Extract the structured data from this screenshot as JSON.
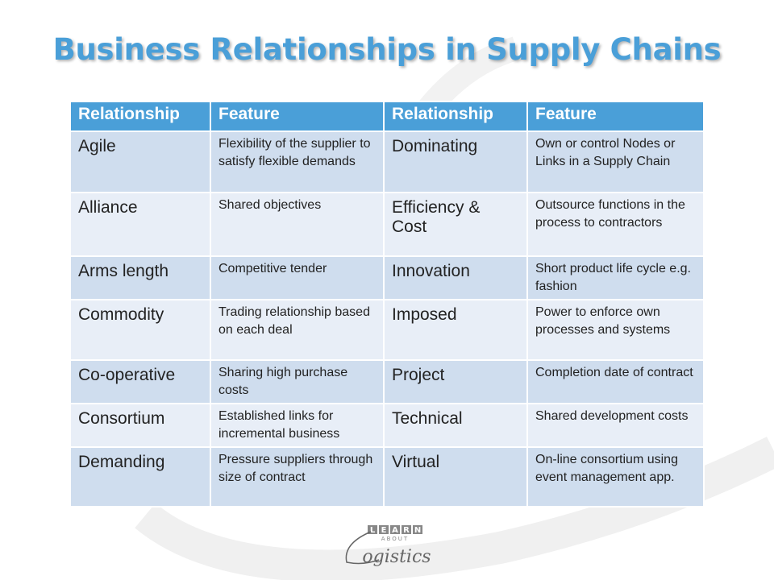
{
  "title": "Business Relationships in Supply Chains",
  "headers": [
    "Relationship",
    "Feature",
    "Relationship",
    "Feature"
  ],
  "rows": [
    {
      "r1": "Agile",
      "f1": "Flexibility of the supplier to satisfy flexible demands",
      "r2": "Dominating",
      "f2": "Own or control Nodes or Links in a Supply Chain"
    },
    {
      "r1": "Alliance",
      "f1": "Shared objectives",
      "r2": "Efficiency & Cost",
      "f2": "Outsource functions in the process to contractors"
    },
    {
      "r1": "Arms length",
      "f1": "Competitive tender",
      "r2": "Innovation",
      "f2": "Short product life cycle e.g. fashion"
    },
    {
      "r1": "Commodity",
      "f1": "Trading relationship based on each deal",
      "r2": "Imposed",
      "f2": "Power to enforce own processes and systems"
    },
    {
      "r1": "Co-operative",
      "f1": "Sharing high purchase costs",
      "r2": "Project",
      "f2": "Completion date of contract"
    },
    {
      "r1": "Consortium",
      "f1": "Established links for incremental business",
      "r2": "Technical",
      "f2": "Shared development costs"
    },
    {
      "r1": "Demanding",
      "f1": "Pressure suppliers through size of contract",
      "r2": "Virtual",
      "f2": "On-line consortium using event management app."
    }
  ],
  "logo": {
    "line1": "LEARN",
    "line2": "ABOUT",
    "line3": "Logistics"
  }
}
